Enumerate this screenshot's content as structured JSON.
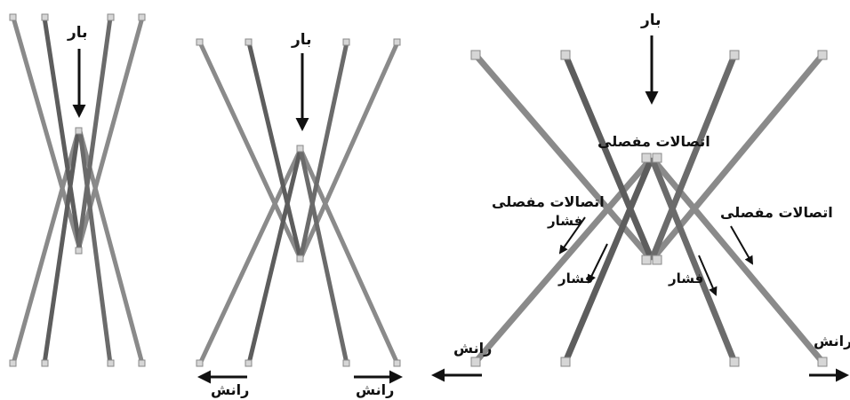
{
  "colors": {
    "bar_light": "#8c8c8c",
    "bar_dark": "#5a5a5a",
    "node": "#d6d6d6",
    "arrow": "#111111"
  },
  "labels": {
    "load": "بار",
    "joints": "اتصالات مفصلی",
    "compression": "فشار",
    "thrust": "رانش"
  },
  "stages": [
    {
      "name": "stage-1",
      "description_visible": false
    },
    {
      "name": "stage-2",
      "description_visible": false
    },
    {
      "name": "stage-3",
      "description_visible": false
    }
  ]
}
